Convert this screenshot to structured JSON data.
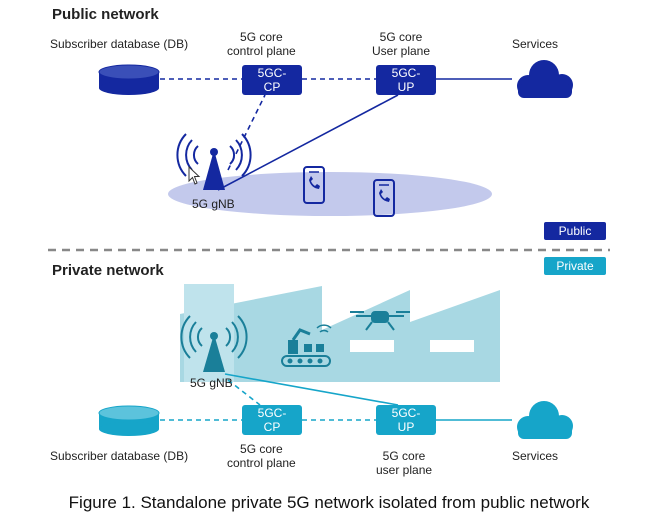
{
  "public": {
    "title": "Public network",
    "db_label": "Subscriber database (DB)",
    "cp_heading": "5G core\ncontrol plane",
    "up_heading": "5G core\nUser plane",
    "services_label": "Services",
    "cp_box": "5GC-\nCP",
    "up_box": "5GC-\nUP",
    "gnb_label": "5G gNB",
    "tag": "Public"
  },
  "private": {
    "title": "Private network",
    "db_label": "Subscriber database (DB)",
    "cp_heading": "5G core\ncontrol plane",
    "up_heading": "5G core\nuser plane",
    "services_label": "Services",
    "cp_box": "5GC-\nCP",
    "up_box": "5GC-\nUP",
    "gnb_label": "5G gNB",
    "tag": "Private"
  },
  "caption": "Figure 1. Standalone private 5G network isolated from public network",
  "colors": {
    "public_blue": "#1428a0",
    "private_teal": "#16a5c9",
    "coverage": "#c3c9ec",
    "factory": "#a8d8e3",
    "divider": "#888888"
  },
  "icons": [
    "database-icon",
    "cloud-icon",
    "antenna-icon",
    "phone-icon",
    "factory-icon",
    "drone-icon",
    "robot-arm-icon",
    "cursor-icon"
  ]
}
